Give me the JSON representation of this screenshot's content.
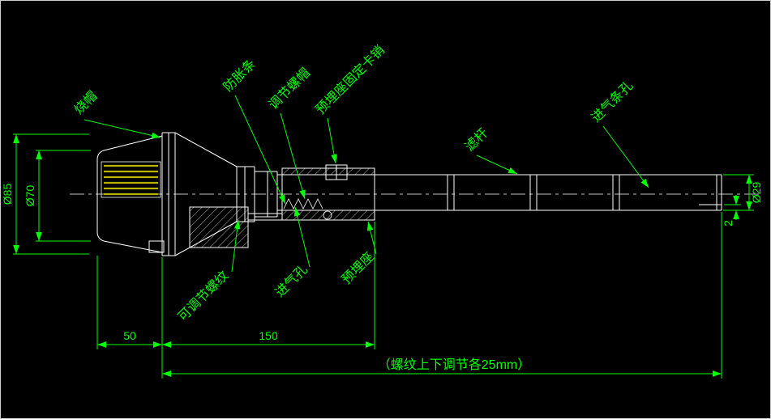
{
  "canvas": {
    "background": "#000000",
    "frame": "#cfcfcf"
  },
  "colors": {
    "geometry": "#ffffff",
    "dimension": "#00ff00",
    "stripe": "#b8b400"
  },
  "part_labels": {
    "cap": "烧帽",
    "anti_swell_strip": "防胀条",
    "adjusting_nut": "调节螺帽",
    "seat_fixing_pin": "预埋座固定卡销",
    "filter_rod": "滤杆",
    "air_inlet_slot": "进气条孔",
    "adjustable_thread": "可调节螺纹",
    "air_inlet_hole": "进气孔",
    "embedded_seat": "预埋座"
  },
  "dimensions": {
    "cap_outer_dia": "Ø85",
    "cap_inner_dia": "Ø70",
    "rod_dia": "Ø29",
    "wall_thickness": "2",
    "cap_length": "50",
    "thread_length": "150",
    "adjustment_note": "（螺纹上下调节各25mm）"
  }
}
